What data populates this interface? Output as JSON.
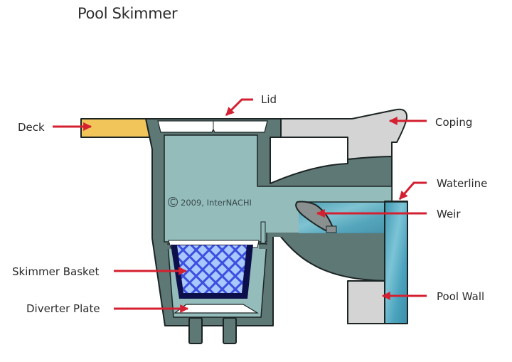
{
  "title": "Pool Skimmer",
  "copyright": "2009, InterNACHI",
  "copyright_symbol": "C",
  "labels": {
    "deck": "Deck",
    "lid": "Lid",
    "coping": "Coping",
    "waterline": "Waterline",
    "weir": "Weir",
    "skimmer_basket": "Skimmer Basket",
    "diverter_plate": "Diverter Plate",
    "pool_wall": "Pool Wall"
  },
  "colors": {
    "arrow": "#d42030",
    "deck": "#f2c55a",
    "body_dark": "#5e7876",
    "body_interior": "#93bcbb",
    "coping": "#d4d4d4",
    "water": "#4ea6bf",
    "basket_frame": "#0d0f4a",
    "basket_mesh": "#3c4fe0",
    "basket_fill": "#a9c8ff",
    "weir": "#8a9090"
  }
}
